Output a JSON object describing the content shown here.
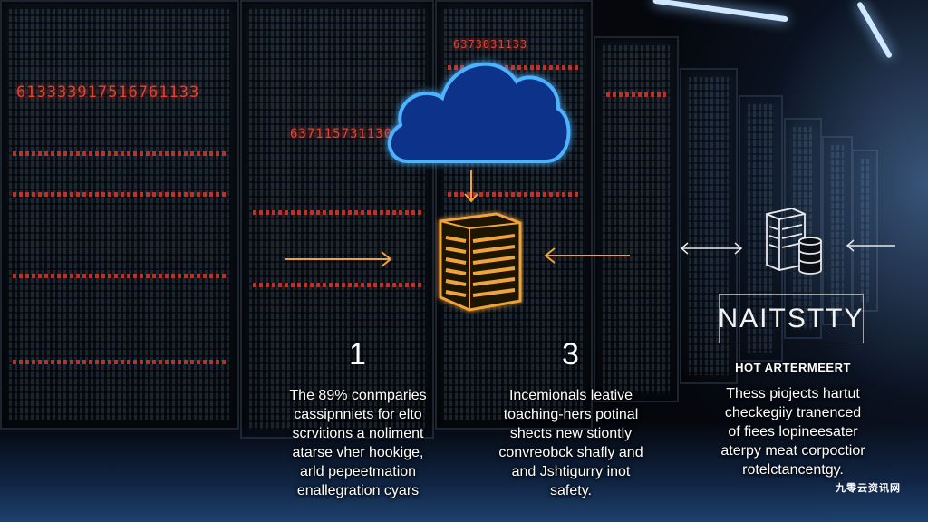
{
  "background": {
    "readouts": [
      "613333917516761133",
      "6371157311306711",
      "6373031133"
    ]
  },
  "diagram": {
    "steps": [
      {
        "number": "1",
        "lines": [
          "The 89% conmparies",
          "cassipnniets for elto",
          "scrvitions a noliment",
          "atarse vher hookige,",
          "arld pepeetmation",
          "enallegration cyars"
        ]
      },
      {
        "number": "3",
        "lines": [
          "Incemionals leative",
          "toaching-hers potinal",
          "shects new stiontly",
          "convreobck shafly and",
          "and Jshtigurry inot",
          "safety."
        ]
      },
      {
        "lines": [
          "Thess piojects hartut",
          "checkegiiy tranenced",
          "of fiees lopineesater",
          "aterpy meat corpoctior",
          "rotelctancentgy."
        ]
      }
    ],
    "title_box": "NAITSTTY",
    "subtitle": "HOT ARTERMEERT"
  },
  "watermark": "九零云资讯网",
  "colors": {
    "cloud": "#3fa9ff",
    "server": "#f0a23c",
    "digits": "#e0432f",
    "icon_outline": "#e8e8e8"
  }
}
